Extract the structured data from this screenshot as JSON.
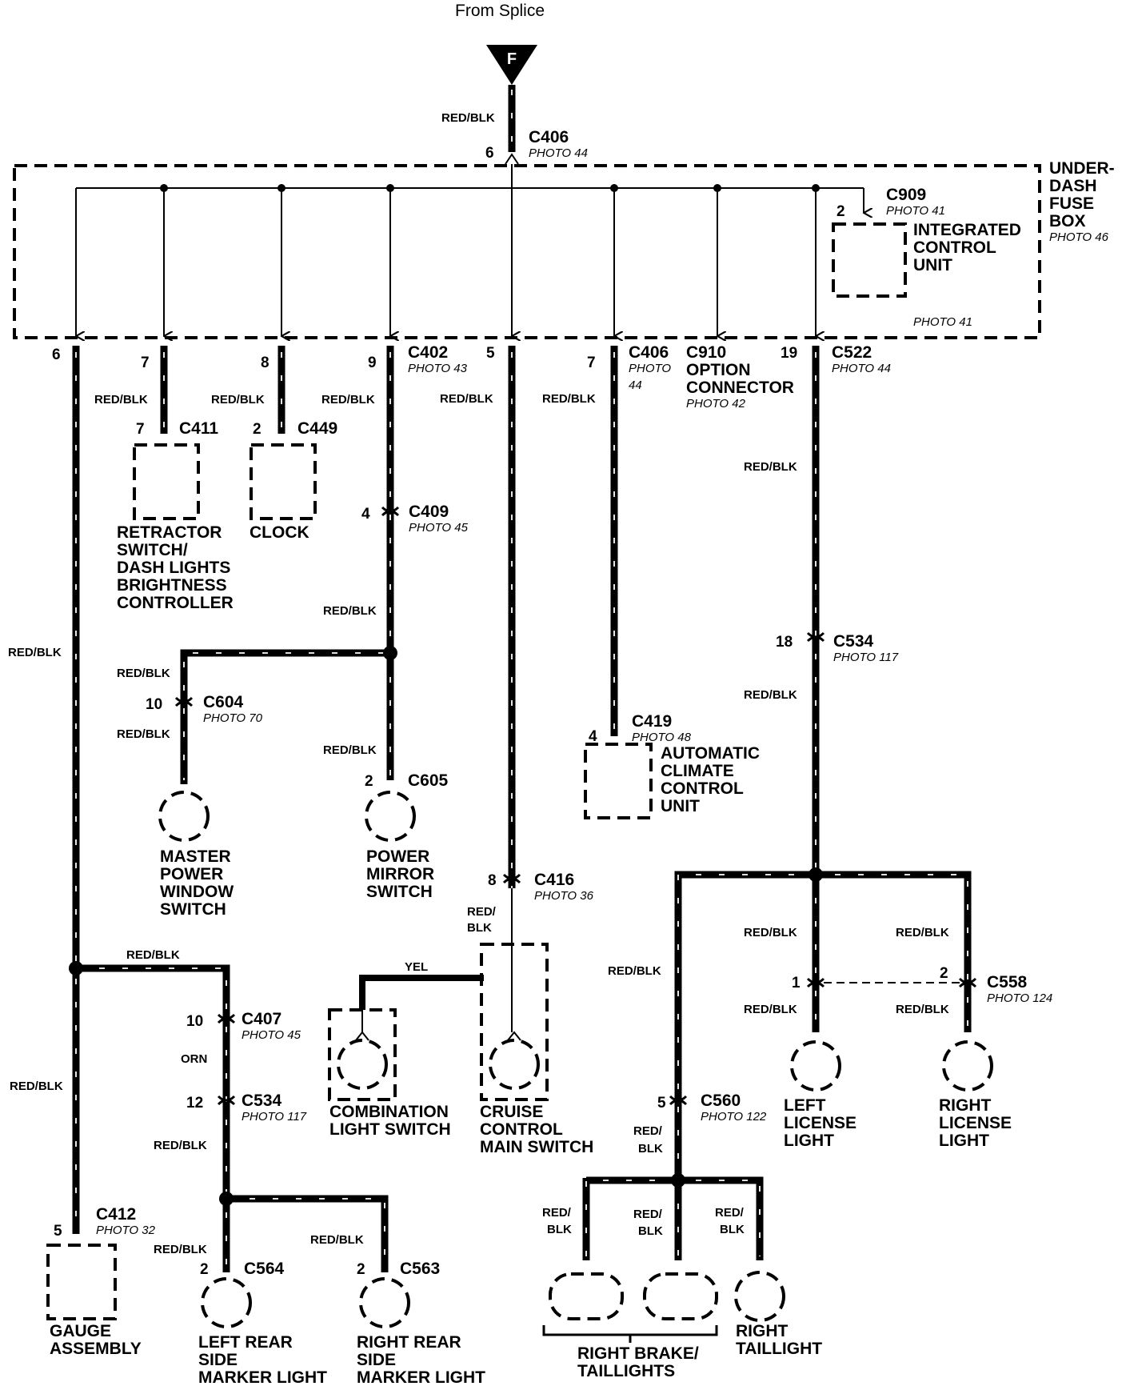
{
  "header": {
    "from_splice": "From Splice",
    "splice_letter": "F"
  },
  "fuse_box": {
    "label_lines": [
      "UNDER-",
      "DASH",
      "FUSE",
      "BOX"
    ],
    "photo": "PHOTO 46",
    "c406_top": {
      "name": "C406",
      "photo": "PHOTO 44",
      "pin": "6"
    },
    "c909": {
      "name": "C909",
      "photo": "PHOTO 41",
      "pin": "2"
    },
    "icu_lines": [
      "INTEGRATED",
      "CONTROL",
      "UNIT"
    ],
    "photo41_bottom": "PHOTO 41"
  },
  "wire": {
    "red_blk": "RED/BLK",
    "red": "RED/",
    "blk": "BLK",
    "yel": "YEL",
    "orn": "ORN"
  },
  "pins": {
    "p6": "6",
    "p7": "7",
    "p8": "8",
    "p9": "9",
    "p5": "5",
    "p7b": "7",
    "p19": "19",
    "c411_pin": "7",
    "c449_pin": "2",
    "c409_pin": "4",
    "c604_pin": "10",
    "c605_pin": "2",
    "c419_pin": "4",
    "c534a_pin": "18",
    "c416_pin": "8",
    "c407_pin": "10",
    "c534b_pin": "12",
    "c412_pin": "5",
    "c564_pin": "2",
    "c563_pin": "2",
    "c560_pin": "5",
    "c558_l": "1",
    "c558_r": "2"
  },
  "connectors": {
    "c402": {
      "name": "C402",
      "photo": "PHOTO 43"
    },
    "c406b": {
      "name": "C406",
      "photo_lines": [
        "PHOTO",
        "44"
      ]
    },
    "c910": {
      "name": "C910",
      "lines": [
        "OPTION",
        "CONNECTOR"
      ],
      "photo": "PHOTO 42"
    },
    "c522": {
      "name": "C522",
      "photo": "PHOTO 44"
    },
    "c411": {
      "name": "C411"
    },
    "c449": {
      "name": "C449"
    },
    "c409": {
      "name": "C409",
      "photo": "PHOTO 45"
    },
    "c604": {
      "name": "C604",
      "photo": "PHOTO 70"
    },
    "c605": {
      "name": "C605"
    },
    "c419": {
      "name": "C419",
      "photo": "PHOTO 48"
    },
    "c534a": {
      "name": "C534",
      "photo": "PHOTO 117"
    },
    "c416": {
      "name": "C416",
      "photo": "PHOTO 36"
    },
    "c407": {
      "name": "C407",
      "photo": "PHOTO 45"
    },
    "c534b": {
      "name": "C534",
      "photo": "PHOTO 117"
    },
    "c412": {
      "name": "C412",
      "photo": "PHOTO 32"
    },
    "c564": {
      "name": "C564"
    },
    "c563": {
      "name": "C563"
    },
    "c560": {
      "name": "C560",
      "photo": "PHOTO 122"
    },
    "c558": {
      "name": "C558",
      "photo": "PHOTO 124"
    }
  },
  "components": {
    "retractor": [
      "RETRACTOR",
      "SWITCH/",
      "DASH LIGHTS",
      "BRIGHTNESS",
      "CONTROLLER"
    ],
    "clock": [
      "CLOCK"
    ],
    "master_pw": [
      "MASTER",
      "POWER",
      "WINDOW",
      "SWITCH"
    ],
    "power_mirror": [
      "POWER",
      "MIRROR",
      "SWITCH"
    ],
    "climate": [
      "AUTOMATIC",
      "CLIMATE",
      "CONTROL",
      "UNIT"
    ],
    "combination": [
      "COMBINATION",
      "LIGHT SWITCH"
    ],
    "cruise": [
      "CRUISE",
      "CONTROL",
      "MAIN SWITCH"
    ],
    "left_license": [
      "LEFT",
      "LICENSE",
      "LIGHT"
    ],
    "right_license": [
      "RIGHT",
      "LICENSE",
      "LIGHT"
    ],
    "gauge": [
      "GAUGE",
      "ASSEMBLY"
    ],
    "left_rear": [
      "LEFT REAR",
      "SIDE",
      "MARKER LIGHT"
    ],
    "right_rear": [
      "RIGHT REAR",
      "SIDE",
      "MARKER LIGHT"
    ],
    "brake": [
      "RIGHT BRAKE/",
      "TAILLIGHTS"
    ],
    "taillight": [
      "RIGHT",
      "TAILLIGHT"
    ]
  }
}
